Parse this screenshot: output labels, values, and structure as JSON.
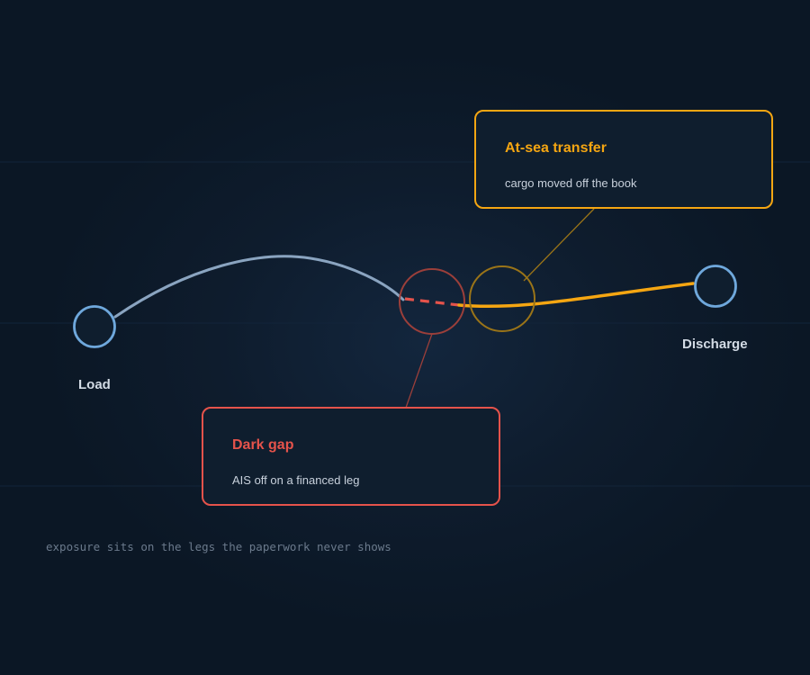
{
  "colors": {
    "route": "#8aa4c0",
    "node": "#6fa8dc",
    "gap": "#e5534b",
    "transfer": "#f5a612"
  },
  "nodes": {
    "load_label": "Load",
    "discharge_label": "Discharge"
  },
  "callouts": {
    "transfer": {
      "title": "At-sea transfer",
      "body": "cargo moved off the book"
    },
    "gap": {
      "title": "Dark gap",
      "body": "AIS off on a financed leg"
    }
  },
  "caption": "exposure sits on the legs the paperwork never shows"
}
